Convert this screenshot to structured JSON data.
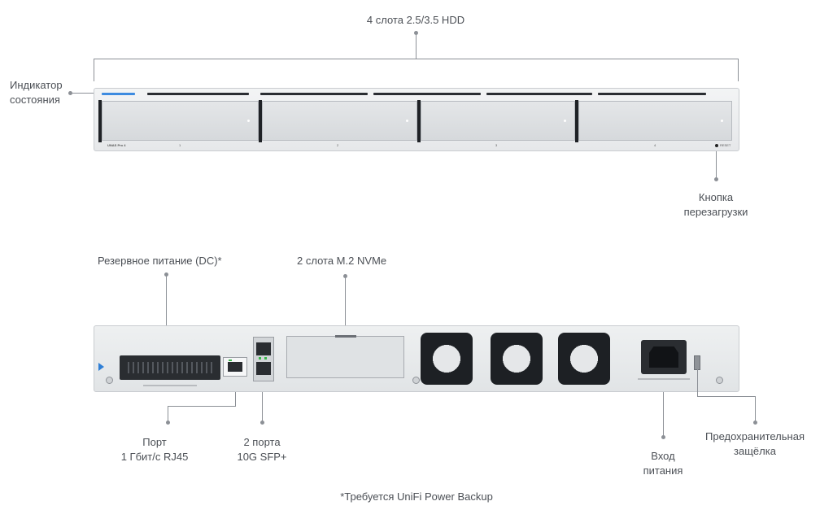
{
  "front": {
    "hdd_label": "4 слота 2.5/3.5 HDD",
    "status_label_line1": "Индикатор",
    "status_label_line2": "состояния",
    "reset_label_line1": "Кнопка",
    "reset_label_line2": "перезагрузки",
    "model_text": "UNAS Pro 4",
    "bay_numbers": [
      "1",
      "2",
      "3",
      "4"
    ],
    "reset_text": "RESET",
    "status_led_color": "#3d8be0"
  },
  "back": {
    "dc_label": "Резервное питание (DC)*",
    "nvme_label": "2 слота M.2 NVMe",
    "rj45_label_line1": "Порт",
    "rj45_label_line2": "1 Гбит/с RJ45",
    "sfp_label_line1": "2 порта",
    "sfp_label_line2": "10G SFP+",
    "power_label_line1": "Вход",
    "power_label_line2": "питания",
    "latch_label_line1": "Предохранительная",
    "latch_label_line2": "защёлка"
  },
  "footnote": "*Требуется UniFi Power Backup"
}
